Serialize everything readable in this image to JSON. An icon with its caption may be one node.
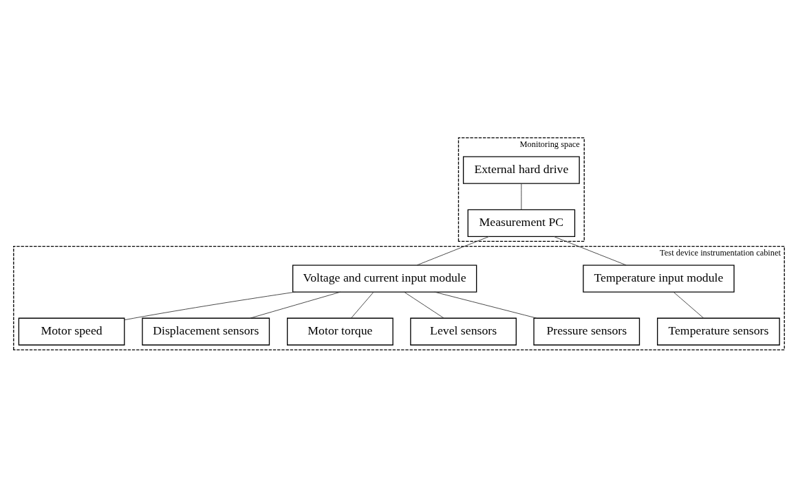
{
  "diagram": {
    "nodes": [
      {
        "text": [
          "Monitoring space"
        ]
      },
      {
        "text": [
          "External hard drive"
        ],
        "in": 0
      },
      {
        "text": [
          "Measurement PC"
        ],
        "in": 0
      },
      {
        "text": [
          "Test device instrumentation cabinet"
        ]
      },
      {
        "text": [
          "Temperature input module"
        ],
        "in": 3
      },
      {
        "text": [
          "Voltage and current input module"
        ],
        "in": 3
      },
      {
        "text": [
          "Motor speed"
        ],
        "in": 3
      },
      {
        "text": [
          "Displacement sensors"
        ],
        "in": 3
      },
      {
        "text": [
          "Motor torque"
        ],
        "in": 3
      },
      {
        "text": [
          "Level sensors"
        ],
        "in": 3
      },
      {
        "text": [
          "Temperature sensors"
        ],
        "in": 3
      },
      {
        "text": [
          "Pressure sensors"
        ],
        "in": 3
      }
    ],
    "edges": [
      {
        "from": 1,
        "to": 2,
        "arrow": "none"
      },
      {
        "from": 2,
        "to": 4,
        "arrow": "none"
      },
      {
        "from": 2,
        "to": 5,
        "arrow": "none"
      },
      {
        "from": 5,
        "to": 6,
        "arrow": "none"
      },
      {
        "from": 5,
        "to": 7,
        "arrow": "none"
      },
      {
        "from": 5,
        "to": 8,
        "arrow": "none"
      },
      {
        "from": 5,
        "to": 9,
        "arrow": "none"
      },
      {
        "from": 4,
        "to": 10,
        "arrow": "none"
      },
      {
        "from": 5,
        "to": 11,
        "arrow": "none"
      }
    ]
  }
}
